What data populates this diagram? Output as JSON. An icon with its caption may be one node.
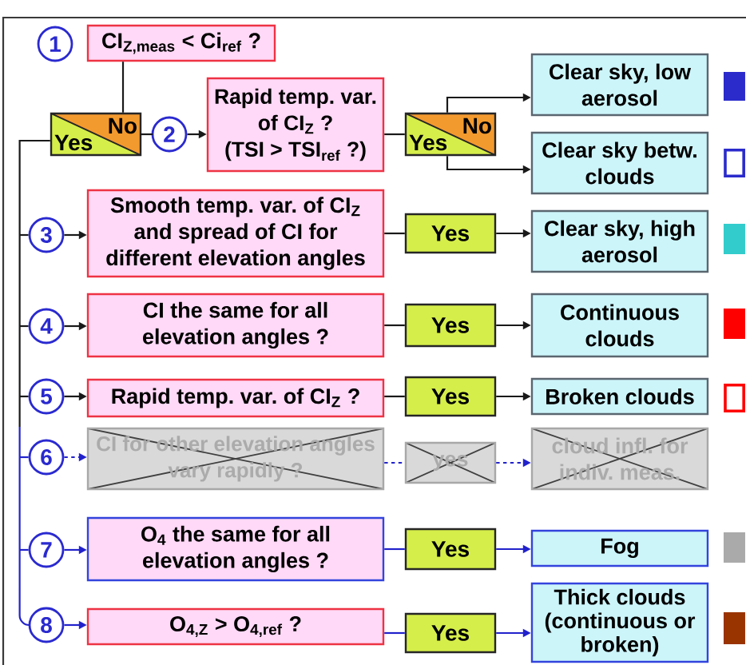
{
  "diagram": {
    "nodes": [
      {
        "text": [
          "1"
        ]
      },
      {
        "text": [
          "CI$_{Z,meas}$ < Ci$_{ref}$ ?"
        ]
      },
      {
        "text": [
          "Yes",
          "No"
        ]
      },
      {
        "text": [
          "2"
        ]
      },
      {
        "text": [
          "Rapid temp. var. of CI$_{Z}$ ?",
          "(TSI > TSI$_{ref}$ ?)"
        ]
      },
      {
        "text": [
          "Yes",
          "No"
        ]
      },
      {
        "text": [
          "Clear sky, low aerosol"
        ]
      },
      {
        "text": [
          "Clear sky betw. clouds"
        ]
      },
      {
        "text": [
          "3"
        ]
      },
      {
        "text": [
          "Smooth temp. var. of CI$_{Z}$ and spread of CI for different elevation angles"
        ]
      },
      {
        "text": [
          "Yes"
        ]
      },
      {
        "text": [
          "Clear sky, high aerosol"
        ]
      },
      {
        "text": [
          "4"
        ]
      },
      {
        "text": [
          "CI the same for all elevation angles ?"
        ]
      },
      {
        "text": [
          "Yes"
        ]
      },
      {
        "text": [
          "Continuous clouds"
        ]
      },
      {
        "text": [
          "5"
        ]
      },
      {
        "text": [
          "Rapid temp. var. of CI$_{Z}$ ?"
        ]
      },
      {
        "text": [
          "Yes"
        ]
      },
      {
        "text": [
          "Broken clouds"
        ]
      },
      {
        "text": [
          "6"
        ]
      },
      {
        "text": [
          "CI for other elevation angles vary rapidly ?"
        ]
      },
      {
        "text": [
          "yes"
        ]
      },
      {
        "text": [
          "cloud infl. for indiv. meas."
        ]
      },
      {
        "text": [
          "7"
        ]
      },
      {
        "text": [
          "O$_{4}$ the same for all elevation angles ?"
        ]
      },
      {
        "text": [
          "Yes"
        ]
      },
      {
        "text": [
          "Fog"
        ]
      },
      {
        "text": [
          "8"
        ]
      },
      {
        "text": [
          "O$_{4,Z}$ > O$_{4,ref}$ ?"
        ]
      },
      {
        "text": [
          "Yes"
        ]
      },
      {
        "text": [
          "Thick clouds (continuous or broken)"
        ]
      }
    ],
    "edges": [
      {
        "from": 1,
        "to": 2,
        "arrow": "none"
      },
      {
        "from": 2,
        "to": 3,
        "arrow": "none"
      },
      {
        "from": 3,
        "to": 4,
        "arrow": "to"
      },
      {
        "from": 4,
        "to": 5,
        "arrow": "none"
      },
      {
        "from": 5,
        "to": 6,
        "arrow": "to"
      },
      {
        "from": 5,
        "to": 7,
        "arrow": "to"
      },
      {
        "from": 2,
        "to": 8,
        "arrow": "none"
      },
      {
        "from": 8,
        "to": 9,
        "arrow": "to"
      },
      {
        "from": 9,
        "to": 10,
        "arrow": "none"
      },
      {
        "from": 10,
        "to": 11,
        "arrow": "to"
      },
      {
        "from": 2,
        "to": 12,
        "arrow": "none"
      },
      {
        "from": 12,
        "to": 13,
        "arrow": "to"
      },
      {
        "from": 13,
        "to": 14,
        "arrow": "none"
      },
      {
        "from": 14,
        "to": 15,
        "arrow": "to"
      },
      {
        "from": 2,
        "to": 16,
        "arrow": "none"
      },
      {
        "from": 16,
        "to": 17,
        "arrow": "to"
      },
      {
        "from": 17,
        "to": 18,
        "arrow": "none"
      },
      {
        "from": 18,
        "to": 19,
        "arrow": "to"
      },
      {
        "from": 2,
        "to": 20,
        "arrow": "none"
      },
      {
        "from": 20,
        "to": 21,
        "arrow": "to",
        "style": "dashed",
        "color": "#2222cc"
      },
      {
        "from": 21,
        "to": 22,
        "arrow": "none",
        "style": "dashed",
        "color": "#2222cc"
      },
      {
        "from": 22,
        "to": 23,
        "arrow": "to",
        "style": "dashed",
        "color": "#2222cc"
      },
      {
        "from": 2,
        "to": 24,
        "arrow": "none"
      },
      {
        "from": 24,
        "to": 25,
        "arrow": "to",
        "color": "#2222cc"
      },
      {
        "from": 25,
        "to": 26,
        "arrow": "none",
        "color": "#2222cc"
      },
      {
        "from": 26,
        "to": 27,
        "arrow": "to",
        "color": "#2222cc"
      },
      {
        "from": 2,
        "to": 28,
        "arrow": "none"
      },
      {
        "from": 28,
        "to": 29,
        "arrow": "to",
        "color": "#2222cc"
      },
      {
        "from": 29,
        "to": 30,
        "arrow": "none",
        "color": "#2222cc"
      },
      {
        "from": 30,
        "to": 31,
        "arrow": "to",
        "color": "#2222cc"
      }
    ]
  }
}
